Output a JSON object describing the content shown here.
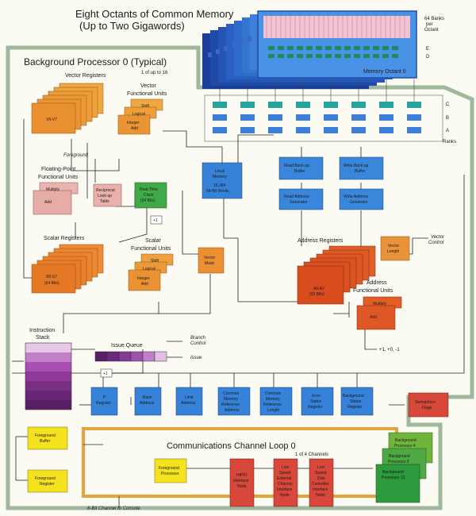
{
  "memory": {
    "title_line1": "Eight Octants of Common Memory",
    "title_line2": "(Up to Two Gigawords)",
    "banks_note": [
      "64 Banks",
      "per",
      "Octant"
    ],
    "octant_label": "Memory Octant 0",
    "rows_ed": [
      "E",
      "D"
    ],
    "rows_cba": [
      "C",
      "B",
      "A"
    ],
    "ranks": "Ranks"
  },
  "bp": {
    "title": "Background Processor 0 (Typical)",
    "count": "1 of up to 16"
  },
  "vector": {
    "registers": "Vector Registers",
    "v_label": "V0-V7",
    "funits_l1": "Vector",
    "funits_l2": "Functional Units",
    "shift": "Shift",
    "logical": "Logical",
    "int_add": [
      "Integer",
      "Add"
    ]
  },
  "foreground_note": "Foreground",
  "fp": {
    "title_l1": "Floating-Point",
    "title_l2": "Functional Units",
    "multiply": "Multiply",
    "add": "Add",
    "recip": [
      "Reciprocal",
      "Look-up",
      "Table"
    ],
    "clock": [
      "Real-Time",
      "Clock",
      "(64 Bits)"
    ],
    "plus1": "+1"
  },
  "local_memory": [
    "Local",
    "Memory",
    "16,384",
    "64-Bit Words"
  ],
  "buffers": {
    "read_buf": [
      "Read Back-up",
      "Buffer"
    ],
    "write_buf": [
      "Write Back-up",
      "Buffer"
    ],
    "read_gen": [
      "Read Address",
      "Generator"
    ],
    "write_gen": [
      "Write Address",
      "Generator"
    ]
  },
  "scalar": {
    "registers": "Scalar Registers",
    "s_label": [
      "S0-S7",
      "(64 Bits)"
    ],
    "funits_l1": "Scalar",
    "funits_l2": "Functional Units",
    "shift": "Shift",
    "logical": "Logical",
    "int_add": [
      "Integer",
      "Add"
    ]
  },
  "vector_mask": [
    "Vector",
    "Mask"
  ],
  "address": {
    "registers": "Address Registers",
    "a_label": [
      "A0-A7",
      "(32 Bits)"
    ],
    "funits_l1": "Address",
    "funits_l2": "Functional Units",
    "multiply": "Multiply",
    "add": "Add",
    "inc": "+1, +0, -1"
  },
  "vector_length": [
    "Vector",
    "Length"
  ],
  "vector_control": [
    "Vector",
    "Control"
  ],
  "instruction": {
    "stack_l1": "Instruction",
    "stack_l2": "Stack",
    "issue_queue": "Issue Queue",
    "branch_control": [
      "Branch",
      "Control"
    ],
    "issue": "Issue",
    "plus1": "+1"
  },
  "regs_row": [
    [
      "P",
      "Register"
    ],
    [
      "Base",
      "Address"
    ],
    [
      "Limit",
      "Address"
    ],
    [
      "Common",
      "Memory",
      "Reference",
      "Address"
    ],
    [
      "Common",
      "Memory",
      "Reference",
      "Length"
    ],
    [
      "Error",
      "Status",
      "Register"
    ],
    [
      "Background",
      "Status",
      "Register"
    ]
  ],
  "semaphore": [
    "Semaphore",
    "Flags"
  ],
  "fg_buffer": [
    "Foreground",
    "Buffer"
  ],
  "fg_register": [
    "Foreground",
    "Register"
  ],
  "comm": {
    "title": "Communications Channel Loop 0",
    "count": "1 of 4 Channels",
    "fg_processor": [
      "Foreground",
      "Processor"
    ],
    "hippi": [
      "HIPPI",
      "Interface",
      "Node"
    ],
    "low_ext": [
      "Low",
      "Speed",
      "External",
      "Channel",
      "Interface",
      "Node"
    ],
    "low_disk": [
      "Low",
      "Speed",
      "Disk",
      "Controller",
      "Interface",
      "Node"
    ],
    "bp4": [
      "Background",
      "Processor 4"
    ],
    "bp8": [
      "Background",
      "Processor 8"
    ],
    "bp12": [
      "Background",
      "Processor 12"
    ],
    "console": "8-Bit Channel to Console"
  },
  "colors": {
    "loop_green": "#9fb89c",
    "loop_orange": "#e8a23c",
    "blue": "#2f7fd3",
    "orange": "#e8953a",
    "red_orange": "#dd5a26",
    "pink": "#e9b4b0",
    "green": "#3ea845",
    "yellow": "#f3e21d",
    "red": "#d8483a",
    "purple": "#6b2a7e"
  }
}
